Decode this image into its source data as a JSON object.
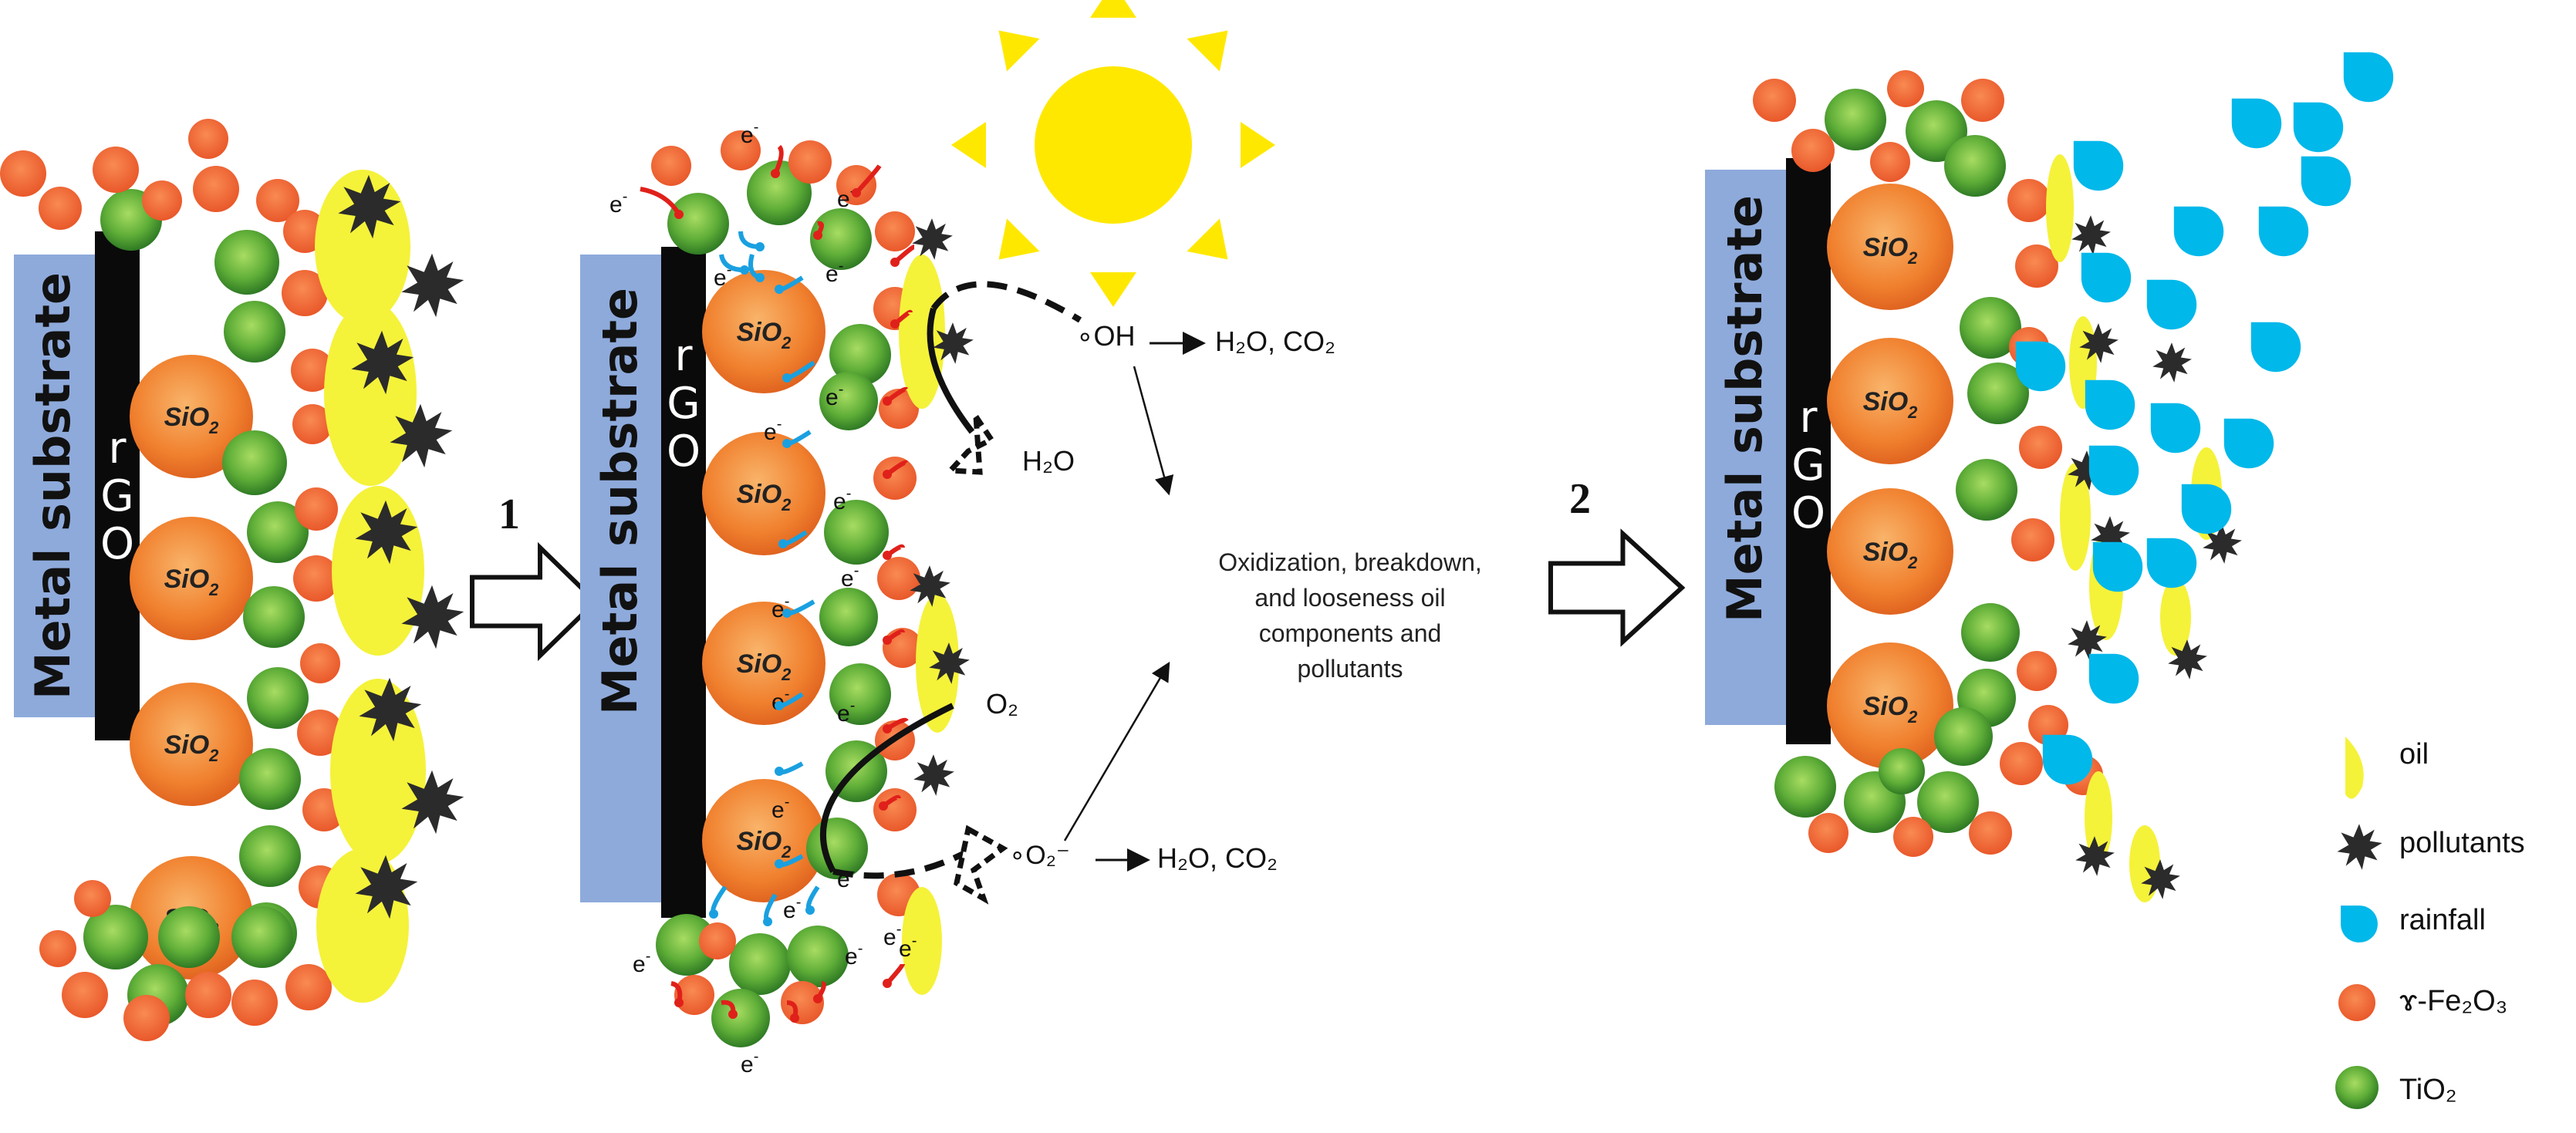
{
  "panels": {
    "substrate_label": "Metal substrate",
    "rgo_letters": [
      "r",
      "G",
      "O"
    ],
    "sio2_base": "SiO",
    "sio2_sub": "2"
  },
  "steps": {
    "one": "1",
    "two": "2"
  },
  "electron": {
    "base": "e",
    "sup": "-"
  },
  "reactions": {
    "oh": "∘OH",
    "oh_product": "H₂O, CO₂",
    "water": "H₂O",
    "oxygen": "O₂",
    "superoxide": "∘O₂⁻",
    "superoxide_product": "H₂O, CO₂"
  },
  "center_text": [
    "Oxidization, breakdown,",
    "and looseness oil",
    "components and",
    "pollutants"
  ],
  "legend": {
    "oil": "oil",
    "pollutants": "pollutants",
    "rainfall": "rainfall",
    "fe2o3": "ɤ-Fe₂O₃",
    "tio2": "TiO₂"
  },
  "colors": {
    "substrate": "#8eaadb",
    "rgo": "#0a0a0a",
    "sio2_outer": "#f07a2c",
    "sio2_inner": "#f7a45a",
    "fe2o3": "#f26a3a",
    "tio2_dark": "#3f8a2a",
    "tio2_light": "#9fd45a",
    "oil": "#f5f23a",
    "pollutant": "#2b2b2b",
    "rainfall": "#00b8ea",
    "sun": "#ffe800",
    "electron_arrow": "#e0201a",
    "hole_arrow": "#1aa0e0"
  }
}
